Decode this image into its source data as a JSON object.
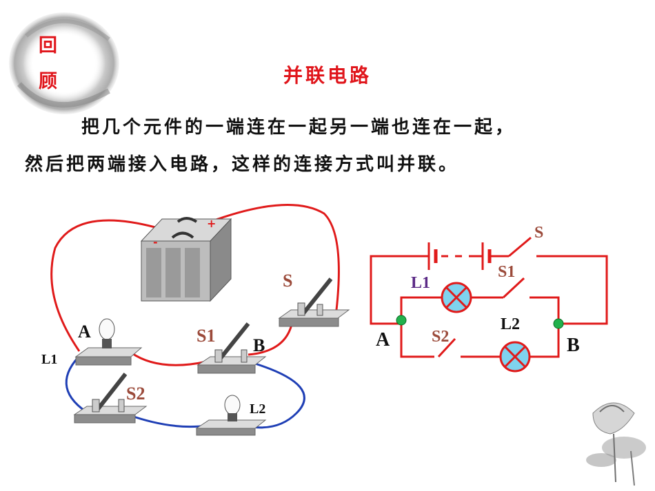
{
  "badge": {
    "char1": "回",
    "char2": "顾"
  },
  "title": "并联电路",
  "definition": {
    "line1": "把几个元件的一端连在一起另一端也连在一起，",
    "line2": "然后把两端接入电路，这样的连接方式叫并联。"
  },
  "physical_circuit": {
    "switch_main": "S",
    "switch_1": "S1",
    "switch_2": "S2",
    "node_a": "A",
    "node_b": "B",
    "lamp_1": "L1",
    "lamp_2": "L2",
    "battery_plus": "+",
    "battery_minus": "-"
  },
  "schematic": {
    "switch_main": "S",
    "switch_1": "S1",
    "switch_2": "S2",
    "lamp_1": "L1",
    "lamp_2": "L2",
    "node_a": "A",
    "node_b": "B"
  },
  "colors": {
    "accent_red": "#e0151b",
    "wire_red": "#e01a1a",
    "wire_blue": "#1f3fb5",
    "label_brown": "#9b4a3a",
    "label_purple": "#5b2a86",
    "node_green": "#22b14c"
  }
}
